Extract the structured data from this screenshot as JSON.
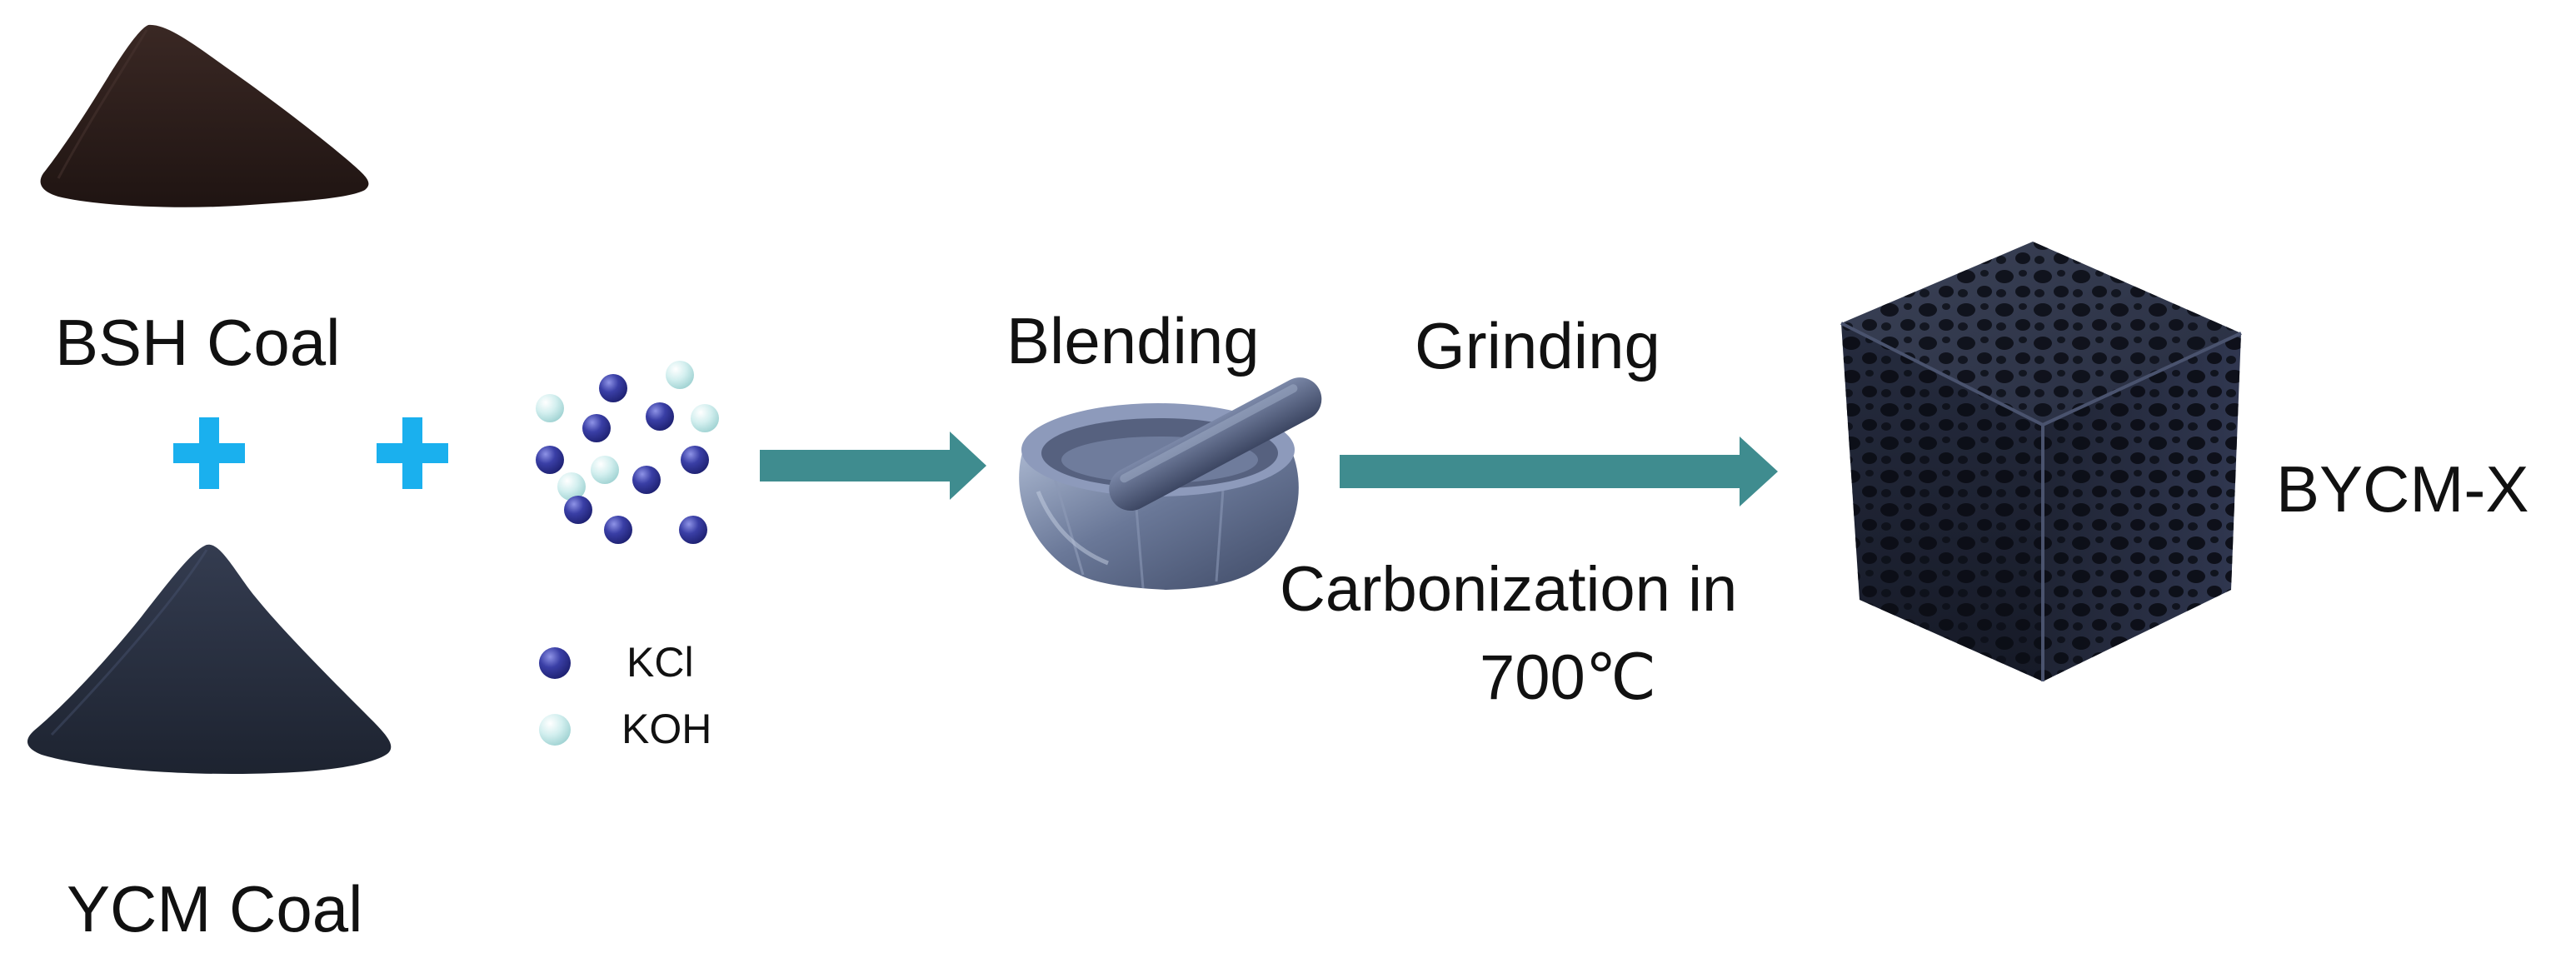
{
  "inputs": {
    "coal_top": "BSH Coal",
    "coal_bottom": "YCM Coal"
  },
  "legend": {
    "kcl": "KCl",
    "koh": "KOH"
  },
  "steps": {
    "blending": "Blending",
    "grinding": "Grinding",
    "carbonization_line1": "Carbonization in",
    "carbonization_line2": "700℃"
  },
  "product": {
    "label": "BYCM-X"
  },
  "colors": {
    "plus": "#1ab0ee",
    "arrow": "#3f8c8f",
    "kcl_particle": "#2f3493",
    "koh_particle": "#bfe6e6",
    "bsh_powder": "#2b1c19",
    "ycm_powder": "#262d3c",
    "mortar": "#5c6a88",
    "carbon_foam": "#1d2235"
  },
  "icons": {
    "plus": "plus-icon",
    "arrow": "right-arrow-icon",
    "mortar": "mortar-pestle-icon",
    "foam": "porous-carbon-cube-icon"
  }
}
